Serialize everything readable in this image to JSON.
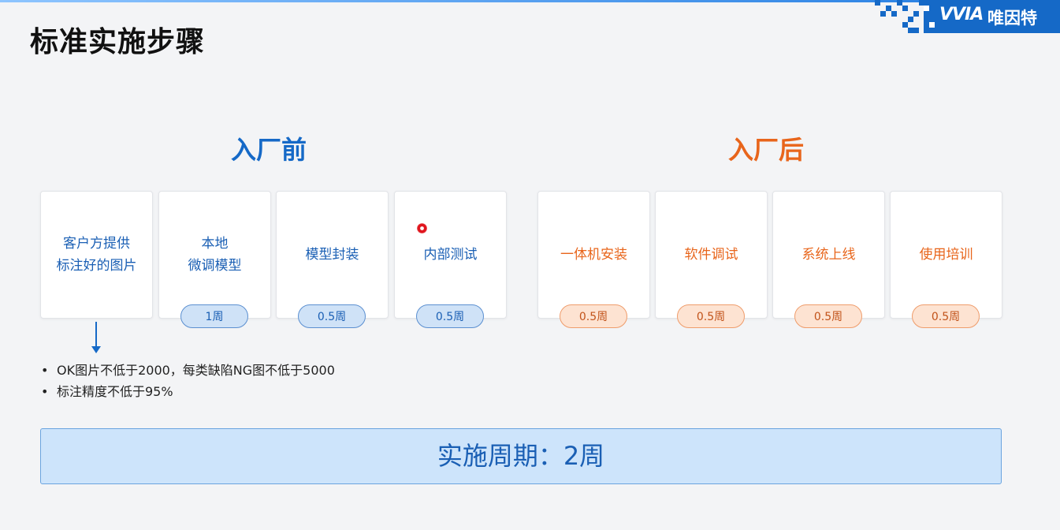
{
  "page": {
    "title": "标准实施步骤"
  },
  "logo": {
    "mark": "VVIA",
    "name": "唯因特",
    "brand_color": "#1569c7"
  },
  "before": {
    "heading": "入厂前",
    "color": "#1569c7",
    "steps": [
      {
        "label": "客户方提供\n标注好的图片",
        "duration": ""
      },
      {
        "label": "本地\n微调模型",
        "duration": "1周"
      },
      {
        "label": "模型封装",
        "duration": "0.5周"
      },
      {
        "label": "内部测试",
        "duration": "0.5周"
      }
    ],
    "notes": [
      "OK图片不低于2000，每类缺陷NG图不低于5000",
      "标注精度不低于95%"
    ]
  },
  "after": {
    "heading": "入厂后",
    "color": "#e8651b",
    "steps": [
      {
        "label": "一体机安装",
        "duration": "0.5周"
      },
      {
        "label": "软件调试",
        "duration": "0.5周"
      },
      {
        "label": "系统上线",
        "duration": "0.5周"
      },
      {
        "label": "使用培训",
        "duration": "0.5周"
      }
    ]
  },
  "summary": {
    "period": "实施周期：2周"
  }
}
